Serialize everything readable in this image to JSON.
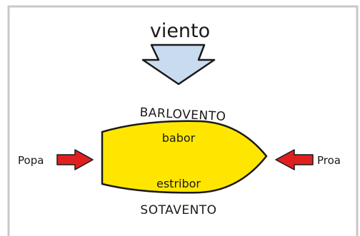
{
  "diagram": {
    "wind_label": "viento",
    "windward_label": "BARLOVENTO",
    "leeward_label": "SOTAVENTO",
    "port_label": "babor",
    "starboard_label": "estribor",
    "stern_label": "Popa",
    "bow_label": "Proa"
  },
  "colors": {
    "boat_fill": "#ffe600",
    "wind_arrow_fill": "#c9dcef",
    "pointer_arrow_fill": "#e02020",
    "outline": "#1a1a1a",
    "border": "#c8c8c8"
  },
  "icons": {
    "wind": "down-arrow-icon",
    "stern_pointer": "right-arrow-icon",
    "bow_pointer": "left-arrow-icon"
  }
}
